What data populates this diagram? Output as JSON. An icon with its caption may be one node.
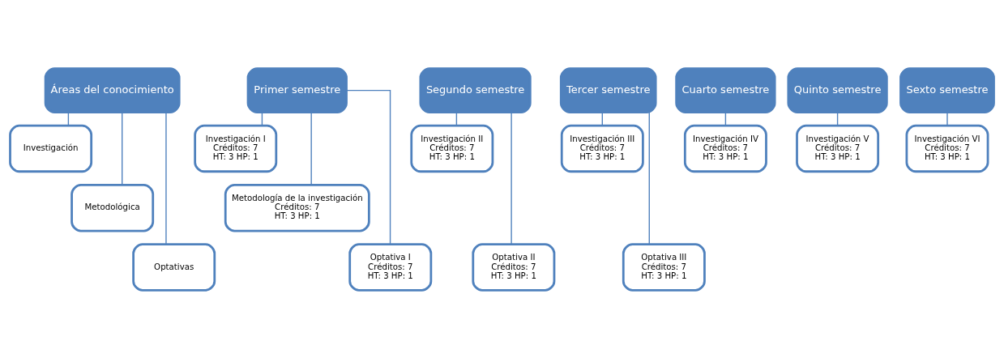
{
  "diagram": {
    "nodes": [
      {
        "text": [
          "Áreas del conocimiento"
        ]
      },
      {
        "text": [
          "Investigación"
        ]
      },
      {
        "text": [
          "Metodológica"
        ]
      },
      {
        "text": [
          "Optativas"
        ]
      },
      {
        "text": [
          "Primer semestre"
        ]
      },
      {
        "text": [
          "Investigación I",
          "Créditos: 7",
          "HT: 3 HP: 1"
        ]
      },
      {
        "text": [
          "Metodología de la investigación",
          "Créditos: 7",
          "HT: 3 HP: 1"
        ]
      },
      {
        "text": [
          "Optativa I",
          "Créditos: 7",
          "HT: 3 HP: 1"
        ]
      },
      {
        "text": [
          "Segundo semestre"
        ]
      },
      {
        "text": [
          "Investigación II",
          "Créditos: 7",
          "HT: 3 HP: 1"
        ]
      },
      {
        "text": [
          "Optativa II",
          "Créditos: 7",
          "HT: 3 HP: 1"
        ]
      },
      {
        "text": [
          "Tercer semestre"
        ]
      },
      {
        "text": [
          "Investigación III",
          "Créditos: 7",
          "HT: 3 HP: 1"
        ]
      },
      {
        "text": [
          "Optativa III",
          "Créditos: 7",
          "HT: 3 HP: 1"
        ]
      },
      {
        "text": [
          "Cuarto semestre"
        ]
      },
      {
        "text": [
          "Investigación IV",
          "Créditos: 7",
          "HT: 3 HP: 1"
        ]
      },
      {
        "text": [
          "Quinto semestre"
        ]
      },
      {
        "text": [
          "Investigación V",
          "Créditos: 7",
          "HT: 3 HP: 1"
        ]
      },
      {
        "text": [
          "Sexto semestre"
        ]
      },
      {
        "text": [
          "Investigación VI",
          "Créditos: 7",
          "HT: 3 HP: 1"
        ]
      }
    ],
    "edges": [
      {
        "from": 0,
        "to": 1,
        "arrow": "none"
      },
      {
        "from": 0,
        "to": 2,
        "arrow": "none"
      },
      {
        "from": 0,
        "to": 3,
        "arrow": "none"
      },
      {
        "from": 4,
        "to": 5,
        "arrow": "none"
      },
      {
        "from": 4,
        "to": 6,
        "arrow": "none"
      },
      {
        "from": 4,
        "to": 7,
        "arrow": "none"
      },
      {
        "from": 8,
        "to": 9,
        "arrow": "none"
      },
      {
        "from": 8,
        "to": 10,
        "arrow": "none"
      },
      {
        "from": 11,
        "to": 12,
        "arrow": "none"
      },
      {
        "from": 11,
        "to": 13,
        "arrow": "none"
      },
      {
        "from": 14,
        "to": 15,
        "arrow": "none"
      },
      {
        "from": 16,
        "to": 17,
        "arrow": "none"
      },
      {
        "from": 18,
        "to": 19,
        "arrow": "none"
      }
    ]
  }
}
